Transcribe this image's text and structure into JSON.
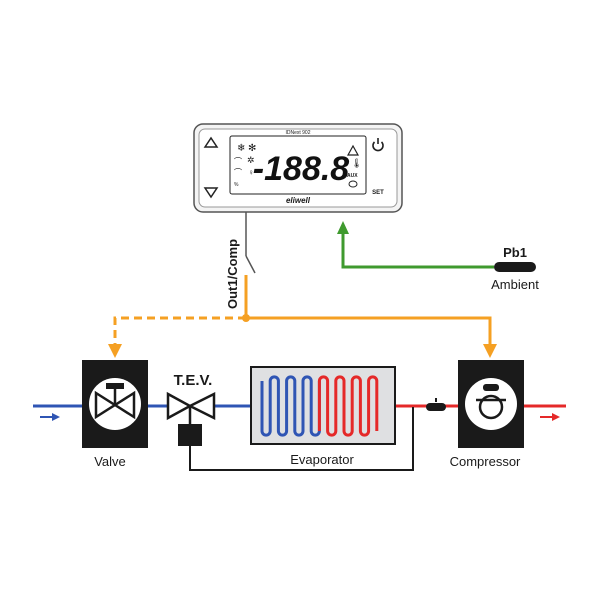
{
  "controller": {
    "model_text": "IDNext 902",
    "display_text": "-188.8",
    "brand": "eliwell",
    "set_label": "SET",
    "aux_label": "AUX",
    "buttons": [
      "up-button",
      "down-button",
      "power-button",
      "set-button"
    ],
    "status_icons": [
      "snowflake-icon",
      "fan-icon",
      "defrost-icon",
      "alarm-icon",
      "thermometer-icon",
      "light-icon",
      "percent-icon"
    ]
  },
  "labels": {
    "output": "Out1/Comp",
    "probe": "Pb1",
    "probe_desc": "Ambient",
    "valve": "Valve",
    "tev": "T.E.V.",
    "evaporator": "Evaporator",
    "compressor": "Compressor"
  },
  "colors": {
    "output_line": "#f5a023",
    "probe_line": "#3f9a2e",
    "cold_pipe": "#2f55b4",
    "hot_pipe": "#e52929",
    "sensing_line": "#1a1a1a",
    "evaporator_fill": "#dfe0e2",
    "component_box": "#1a1a1a"
  }
}
